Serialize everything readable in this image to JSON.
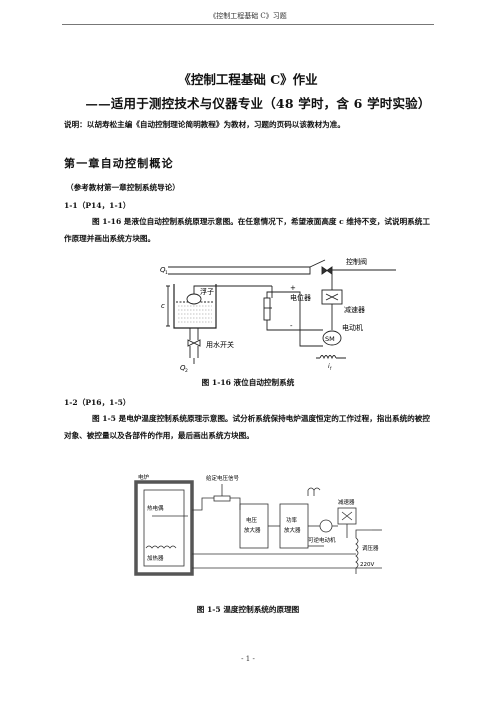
{
  "header": {
    "text": "《控制工程基础 C》习题"
  },
  "title": "《控制工程基础 C》作业",
  "subtitle": "——适用于测控技术与仪器专业（48 学时，含 6 学时实验）",
  "note": "说明：以胡寿松主编《自动控制理论简明教程》为教材，习题的页码以该教材为准。",
  "chapter": {
    "title": "第一章自动控制概论",
    "reference": "（参考教材第一章控制系统导论）"
  },
  "q1": {
    "number": "1-1（P14，1-1）",
    "text": "图 1-16 是液位自动控制系统原理示意图。在任意情况下，希望液面高度 c 维持不变，试说明系统工作原理并画出系统方块图。",
    "figure": {
      "labels": {
        "q1": "Q",
        "q1_sub": "1",
        "q2": "Q",
        "q2_sub": "2",
        "c": "c",
        "float": "浮子",
        "potentiometer": "电位器",
        "valve": "控制阀",
        "reducer": "减速器",
        "motor_name": "电动机",
        "motor": "SM",
        "switch": "用水开关",
        "plus": "+",
        "minus": "-",
        "if": "i",
        "if_sub": "f"
      },
      "caption": "图 1-16 液位自动控制系统"
    }
  },
  "q2": {
    "number": "1-2（P16，1-5）",
    "text": "图 1-5 是电炉温度控制系统原理示意图。试分析系统保持电炉温度恒定的工作过程，指出系统的被控对象、被控量以及各部件的作用，最后画出系统方块图。",
    "figure": {
      "labels": {
        "furnace": "电炉",
        "thermocouple": "热电偶",
        "heater": "加热器",
        "voltage_amp": [
          "电压",
          "放大器"
        ],
        "power_amp": [
          "功率",
          "放大器"
        ],
        "given": "给定电压信号",
        "motor": "可逆电动机",
        "reducer": "减速器",
        "transformer": "调压器",
        "supply": "220V"
      },
      "caption": "图 1-5    温度控制系统的原理图"
    }
  },
  "footer": {
    "page": "- 1 -"
  }
}
